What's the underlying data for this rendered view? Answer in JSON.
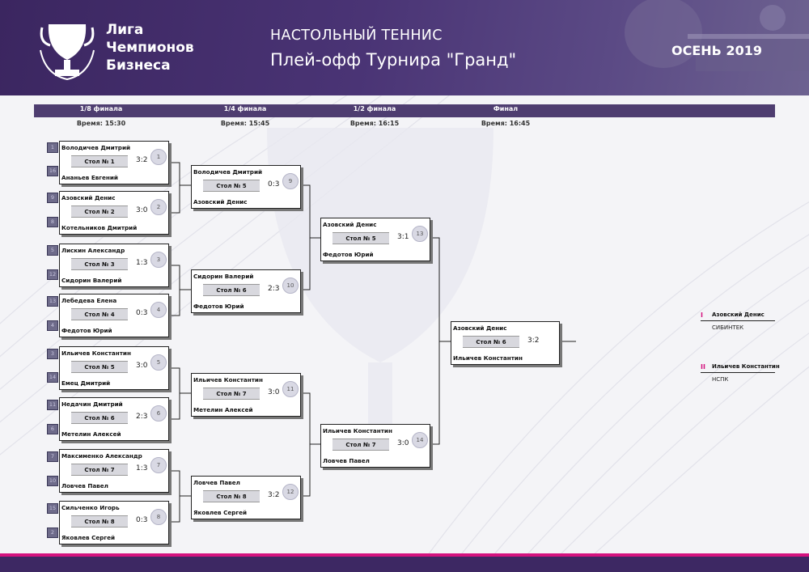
{
  "header": {
    "logo_lines": [
      "Лига",
      "Чемпионов",
      "Бизнеса"
    ],
    "sport": "НАСТОЛЬНЫЙ ТЕННИС",
    "title": "Плей-офф Турнира \"Гранд\"",
    "season": "ОСЕНЬ 2019"
  },
  "rounds": [
    {
      "name": "1/8 финала",
      "time": "Время: 15:30"
    },
    {
      "name": "1/4 финала",
      "time": "Время: 15:45"
    },
    {
      "name": "1/2 финала",
      "time": "Время: 16:15"
    },
    {
      "name": "Финал",
      "time": "Время: 16:45"
    }
  ],
  "matches": [
    {
      "num": "1",
      "p1": "Володичев Дмитрий",
      "p2": "Ананьев Евгений",
      "table": "Стол № 1",
      "score": "3:2",
      "seed1": "1",
      "seed2": "16"
    },
    {
      "num": "2",
      "p1": "Азовский Денис",
      "p2": "Котельников Дмитрий",
      "table": "Стол № 2",
      "score": "3:0",
      "seed1": "9",
      "seed2": "8"
    },
    {
      "num": "3",
      "p1": "Лискин Александр",
      "p2": "Сидорин Валерий",
      "table": "Стол № 3",
      "score": "1:3",
      "seed1": "5",
      "seed2": "12"
    },
    {
      "num": "4",
      "p1": "Лебедева Елена",
      "p2": "Федотов Юрий",
      "table": "Стол № 4",
      "score": "0:3",
      "seed1": "13",
      "seed2": "4"
    },
    {
      "num": "5",
      "p1": "Ильичев Константин",
      "p2": "Емец Дмитрий",
      "table": "Стол № 5",
      "score": "3:0",
      "seed1": "3",
      "seed2": "14"
    },
    {
      "num": "6",
      "p1": "Недачин Дмитрий",
      "p2": "Метелин Алексей",
      "table": "Стол № 6",
      "score": "2:3",
      "seed1": "11",
      "seed2": "6"
    },
    {
      "num": "7",
      "p1": "Максименко Александр",
      "p2": "Ловчев Павел",
      "table": "Стол № 7",
      "score": "1:3",
      "seed1": "7",
      "seed2": "10"
    },
    {
      "num": "8",
      "p1": "Сильченко Игорь",
      "p2": "Яковлев Сергей",
      "table": "Стол № 8",
      "score": "0:3",
      "seed1": "15",
      "seed2": "2"
    },
    {
      "num": "9",
      "p1": "Володичев Дмитрий",
      "p2": "Азовский Денис",
      "table": "Стол № 5",
      "score": "0:3"
    },
    {
      "num": "10",
      "p1": "Сидорин Валерий",
      "p2": "Федотов Юрий",
      "table": "Стол № 6",
      "score": "2:3"
    },
    {
      "num": "11",
      "p1": "Ильичев Константин",
      "p2": "Метелин Алексей",
      "table": "Стол № 7",
      "score": "3:0"
    },
    {
      "num": "12",
      "p1": "Ловчев Павел",
      "p2": "Яковлев Сергей",
      "table": "Стол № 8",
      "score": "3:2"
    },
    {
      "num": "13",
      "p1": "Азовский Денис",
      "p2": "Федотов Юрий",
      "table": "Стол № 5",
      "score": "3:1"
    },
    {
      "num": "14",
      "p1": "Ильичев Константин",
      "p2": "Ловчев Павел",
      "table": "Стол № 7",
      "score": "3:0"
    },
    {
      "num": "",
      "p1": "Азовский Денис",
      "p2": "Ильичев Константин",
      "table": "Стол № 6",
      "score": "3:2"
    }
  ],
  "results": [
    {
      "rank": "I",
      "name": "Азовский Денис",
      "org": "СИБИНТЕК"
    },
    {
      "rank": "II",
      "name": "Ильичев Константин",
      "org": "НСПК"
    }
  ],
  "colors": {
    "header": "#3b2660",
    "accent": "#d4127e",
    "round_bar": "#4e3d70"
  },
  "icons": {
    "logo": "trophy-cup-icon"
  }
}
